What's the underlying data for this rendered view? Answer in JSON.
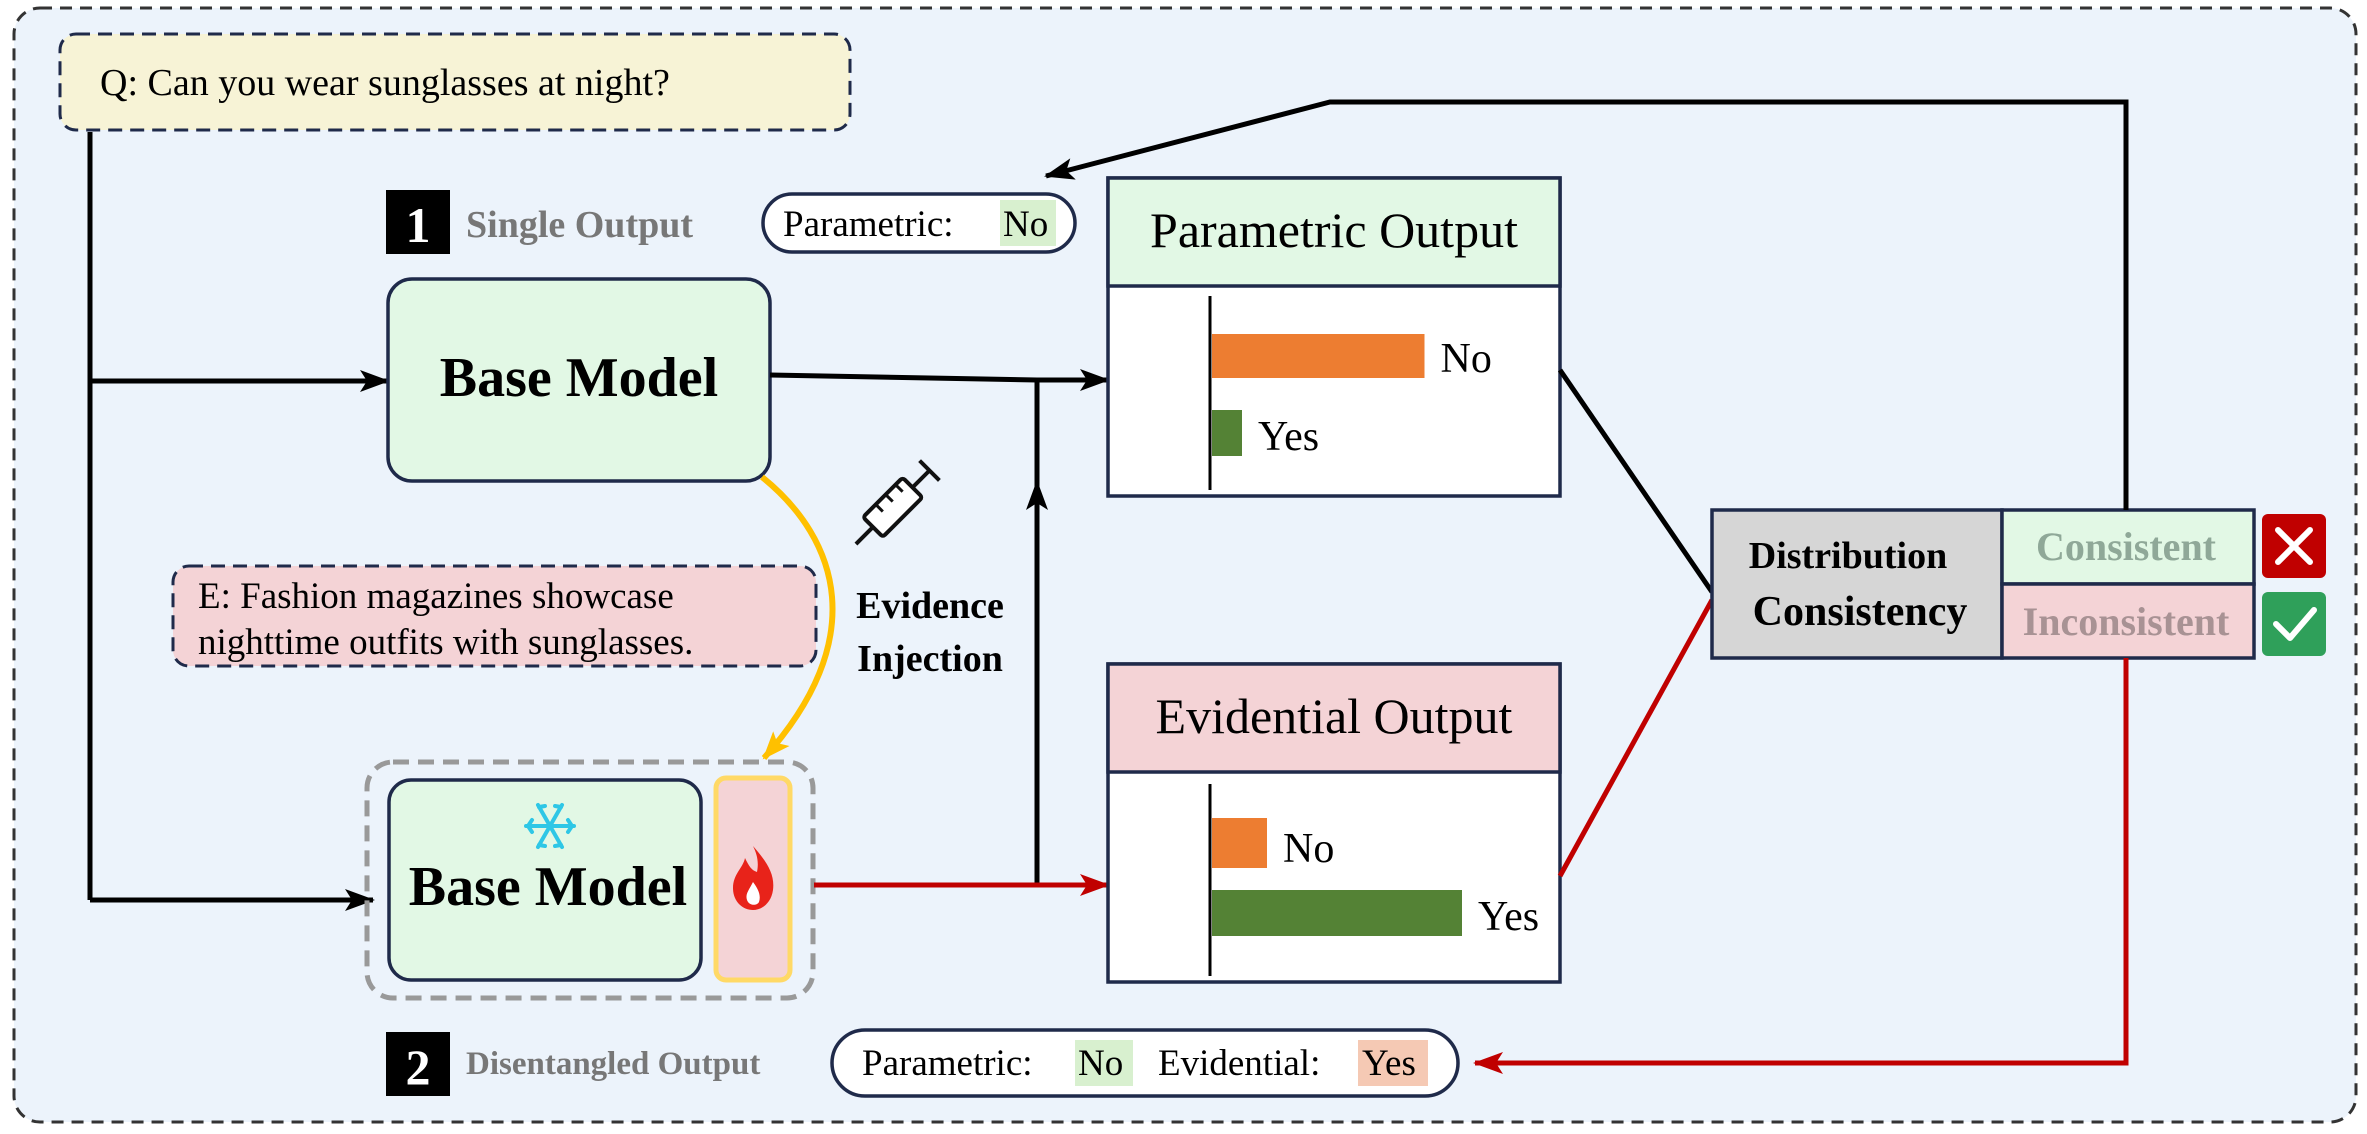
{
  "question": "Q: Can you wear sunglasses at night?",
  "evidence": {
    "line1": "E: Fashion magazines showcase",
    "line2": "nighttime outfits with sunglasses."
  },
  "step1": {
    "number": "1",
    "label": "Single Output"
  },
  "step2": {
    "number": "2",
    "label": "Disentangled Output"
  },
  "single_pill": {
    "prefix": "Parametric:",
    "value": "No"
  },
  "disentangled_pill": {
    "parametric_prefix": "Parametric:",
    "parametric_value": "No",
    "evidential_prefix": "Evidential:",
    "evidential_value": "Yes"
  },
  "base_model_top": "Base Model",
  "base_model_bottom": "Base Model",
  "injection": {
    "line1": "Evidence",
    "line2": "Injection"
  },
  "consistency": {
    "line1": "Distribution",
    "line2": "Consistency",
    "consistent": "Consistent",
    "inconsistent": "Inconsistent"
  },
  "colors": {
    "orange_bar": "#ed7d31",
    "green_bar": "#548235",
    "green_fill": "#e2f8e5",
    "pink_fill": "#f4d3d6",
    "yellow_fill": "#f7f3d6",
    "background": "#ecf3fb",
    "navy": "#1f2a4a",
    "red_arrow": "#c00000",
    "gold_arrow": "#ffc000",
    "cross": "#c00000",
    "check": "#2fa05a"
  },
  "chart_data": [
    {
      "type": "bar",
      "title": "Parametric Output",
      "orientation": "horizontal",
      "categories": [
        "No",
        "Yes"
      ],
      "values": [
        0.85,
        0.12
      ],
      "colors": [
        "#ed7d31",
        "#548235"
      ],
      "xlim": [
        0,
        1
      ]
    },
    {
      "type": "bar",
      "title": "Evidential Output",
      "orientation": "horizontal",
      "categories": [
        "No",
        "Yes"
      ],
      "values": [
        0.22,
        1.0
      ],
      "colors": [
        "#ed7d31",
        "#548235"
      ],
      "xlim": [
        0,
        1
      ]
    }
  ]
}
